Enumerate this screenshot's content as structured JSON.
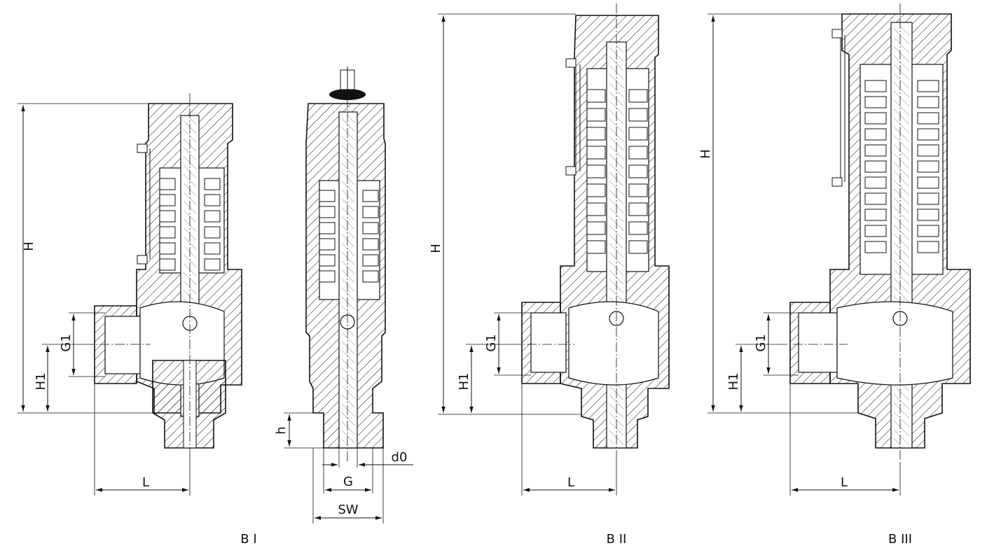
{
  "labels": {
    "H": "H",
    "H1": "H1",
    "G1": "G1",
    "L": "L",
    "h": "h",
    "G": "G",
    "d0": "d0",
    "SW": "SW"
  },
  "captions": {
    "b1": "B I",
    "b2": "B II",
    "b3": "B III"
  },
  "colors": {
    "line": "#111111",
    "background": "#ffffff"
  }
}
